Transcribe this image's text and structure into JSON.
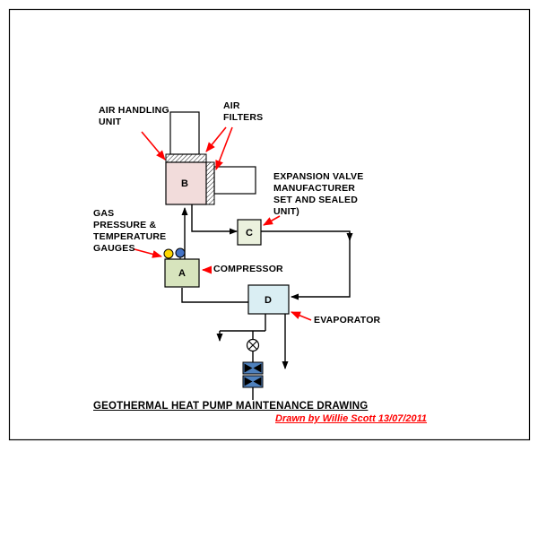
{
  "diagram": {
    "title": "GEOTHERMAL HEAT PUMP MAINTENANCE DRAWING",
    "credit": "Drawn by Willie Scott 13/07/2011",
    "labels": {
      "air_handling_unit": "AIR HANDLING\nUNIT",
      "air_filters": "AIR\nFILTERS",
      "expansion_valve": "EXPANSION VALVE\nMANUFACTURER\nSET AND SEALED\nUNIT)",
      "gauges": "GAS\nPRESSURE &\nTEMPERATURE\nGAUGES",
      "compressor": "COMPRESSOR",
      "evaporator": "EVAPORATOR"
    },
    "boxes": {
      "air_handling_unit": {
        "letter": "B"
      },
      "expansion_valve": {
        "letter": "C"
      },
      "compressor": {
        "letter": "A"
      },
      "evaporator": {
        "letter": "D"
      }
    },
    "colors": {
      "line_black": "#000000",
      "arrow_red": "#ff0000",
      "credit_red": "#ff0000",
      "box_b_fill": "#f2dcdb",
      "box_c_fill": "#ebf1dd",
      "box_a_fill": "#d7e4bd",
      "box_d_fill": "#daeef3",
      "heat_exchanger_blue": "#4f81bd",
      "gauge_yellow": "#ffd700",
      "gauge_blue": "#4472c4"
    }
  }
}
